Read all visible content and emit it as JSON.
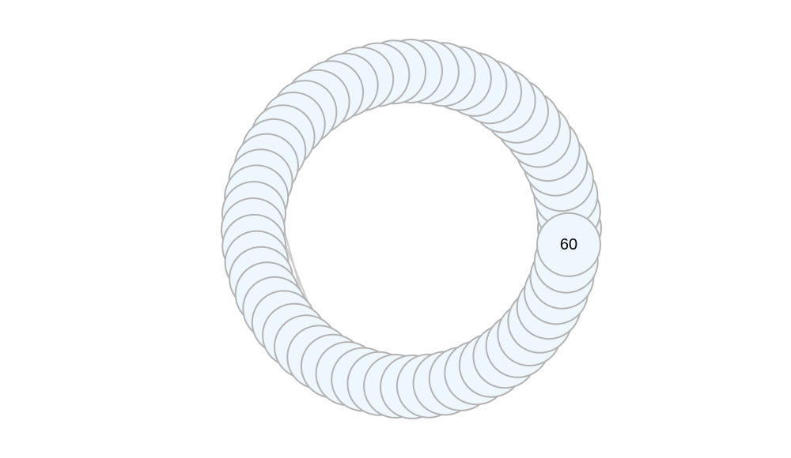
{
  "diagram": {
    "type": "circular-node-graph",
    "node_count": 60,
    "visible_label": "60",
    "colors": {
      "background": "#ffffff",
      "node_fill": "#eef6fe",
      "node_stroke": "#b3b3b3",
      "edge": "#cccccc",
      "label": "#000000"
    },
    "edges": [
      {
        "from": 27,
        "to": 40
      },
      {
        "from": 28,
        "to": 41
      },
      {
        "from": 32,
        "to": 43
      },
      {
        "from": 60,
        "to": 57
      }
    ]
  }
}
